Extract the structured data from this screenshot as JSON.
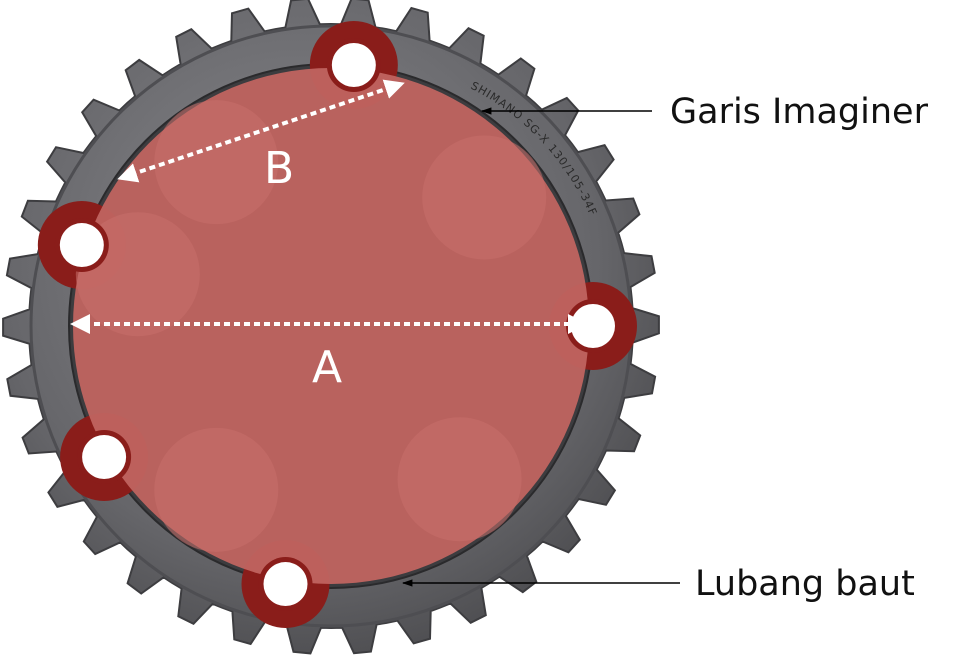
{
  "labels": {
    "diameter_a": "A",
    "diameter_b": "B",
    "imaginary_line": "Garis Imaginer",
    "bolt_hole": "Lubang baut"
  },
  "ring_engraving": "SHIMANO SG-X 130/105-34F",
  "tooth_count": 34,
  "bolt_hole_count": 5,
  "colors": {
    "chainring_metal": "#6b6b6e",
    "chainring_dark": "#3a3a3c",
    "bcd_circle_fill": "#c06460",
    "spider_dark_red": "#8a1d1a",
    "dimension_line": "#ffffff",
    "callout_line": "#000000"
  }
}
